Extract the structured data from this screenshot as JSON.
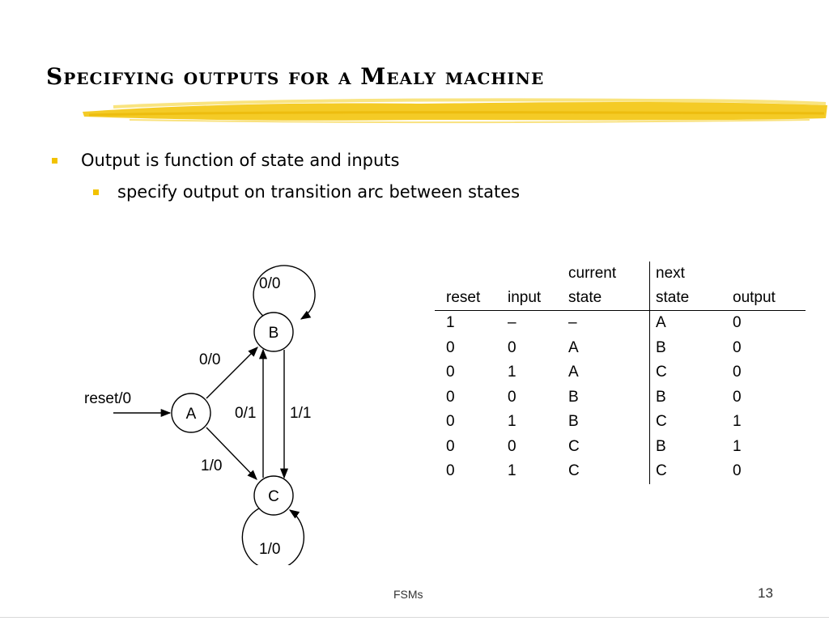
{
  "slide": {
    "title": "Specifying outputs for a Mealy machine",
    "bullets": [
      {
        "text": "Output is function of state and inputs"
      },
      {
        "text": "specify output on transition arc between states"
      }
    ],
    "footer": "FSMs",
    "page_number": "13",
    "accent_color": "#f2c200"
  },
  "diagram": {
    "states": {
      "a": "A",
      "b": "B",
      "c": "C"
    },
    "labels": {
      "reset": "reset/0",
      "a_to_b": "0/0",
      "a_to_c": "1/0",
      "c_to_b": "0/1",
      "b_to_c": "1/1",
      "b_self": "0/0",
      "c_self": "1/0"
    }
  },
  "table": {
    "header_top": [
      "",
      "",
      "current",
      "next",
      ""
    ],
    "header_bottom": [
      "reset",
      "input",
      "state",
      "state",
      "output"
    ],
    "rows": [
      [
        "1",
        "–",
        "–",
        "A",
        "0"
      ],
      [
        "0",
        "0",
        "A",
        "B",
        "0"
      ],
      [
        "0",
        "1",
        "A",
        "C",
        "0"
      ],
      [
        "0",
        "0",
        "B",
        "B",
        "0"
      ],
      [
        "0",
        "1",
        "B",
        "C",
        "1"
      ],
      [
        "0",
        "0",
        "C",
        "B",
        "1"
      ],
      [
        "0",
        "1",
        "C",
        "C",
        "0"
      ]
    ]
  }
}
